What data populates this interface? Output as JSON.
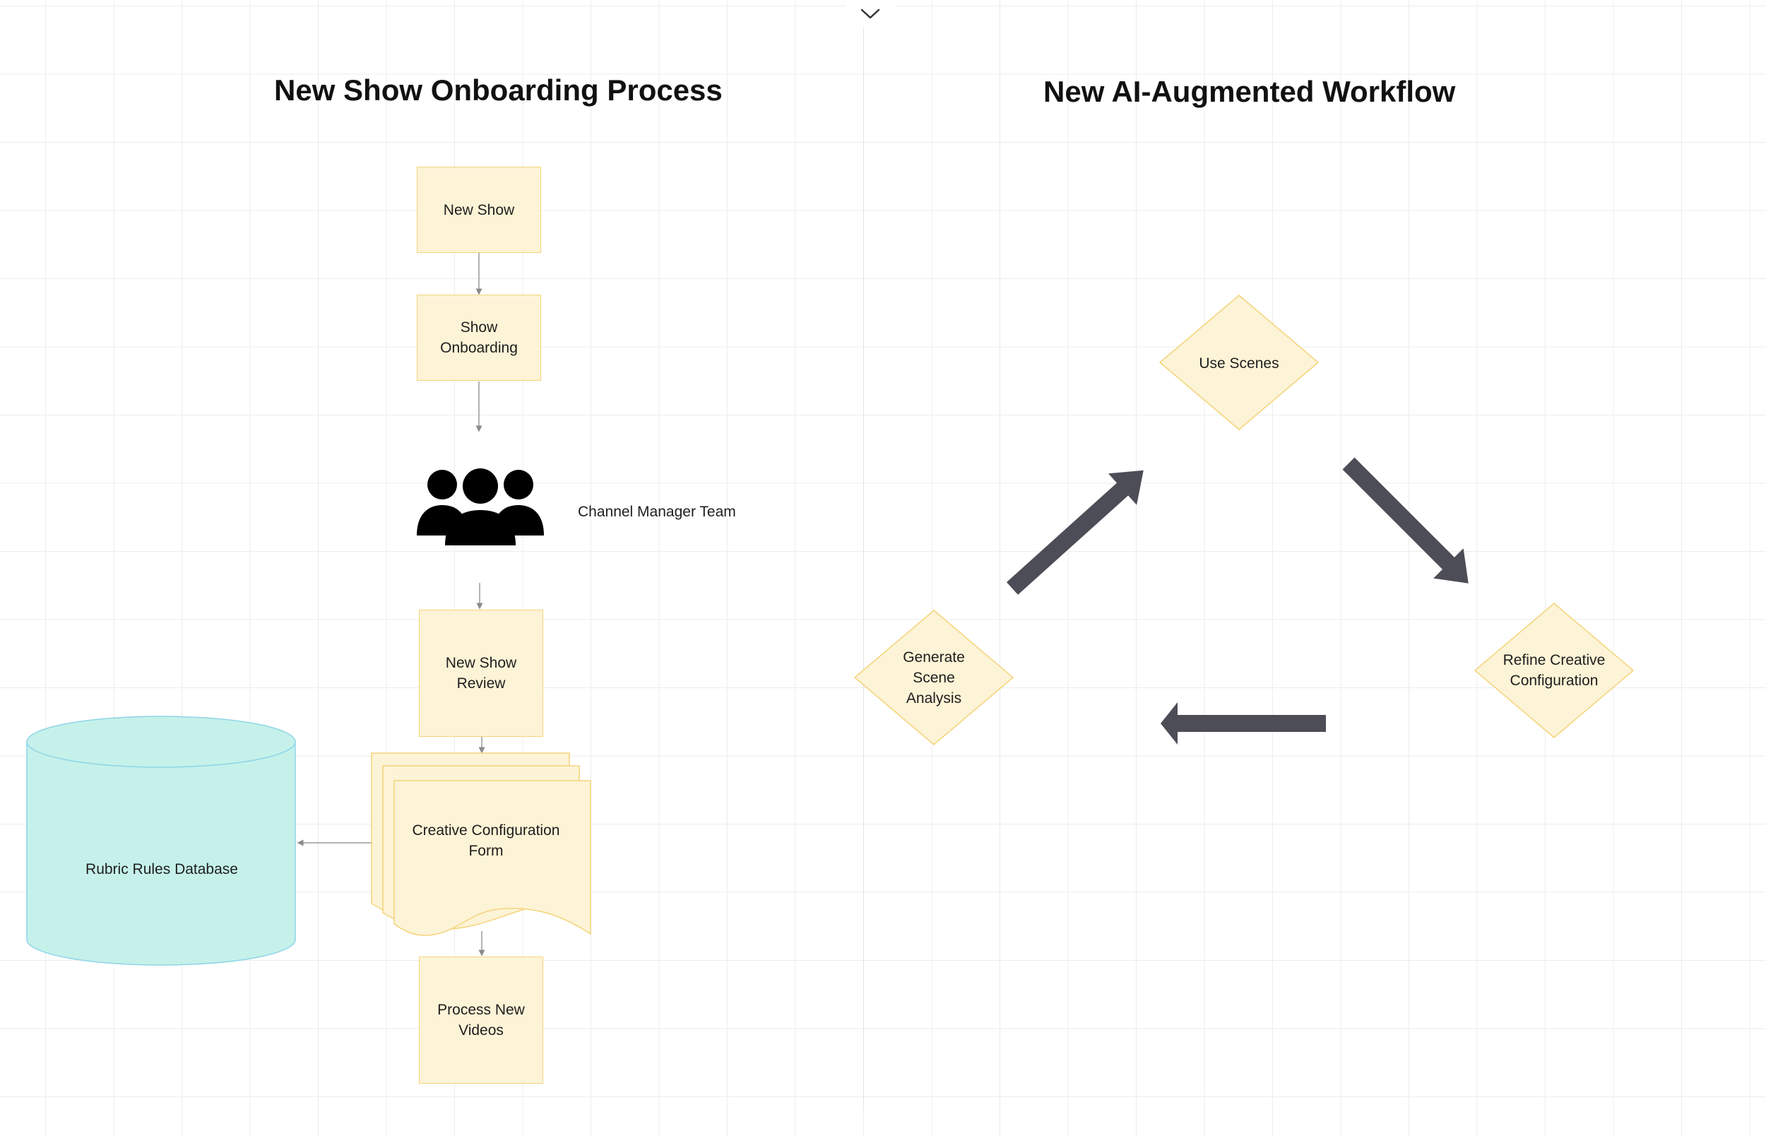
{
  "toolbar": {
    "collapse_icon": "chevron-down-icon"
  },
  "left_panel": {
    "title": "New Show Onboarding Process",
    "nodes": {
      "new_show": "New Show",
      "show_onboarding": "Show\nOnboarding",
      "team_icon": "group-of-people-icon",
      "team_label": "Channel Manager Team",
      "review": "New Show\nReview",
      "form": "Creative Configuration\nForm",
      "database": "Rubric Rules Database",
      "process": "Process New\nVideos"
    }
  },
  "right_panel": {
    "title": "New AI-Augmented Workflow",
    "nodes": {
      "use_scenes": "Use Scenes",
      "refine": "Refine Creative\nConfiguration",
      "generate": "Generate\nScene\nAnalysis"
    },
    "arrow_icon": "block-arrow-icon"
  },
  "colors": {
    "node_fill": "#fdf3d6",
    "node_border": "#f4d47a",
    "database_fill": "#c5f1ea",
    "database_border": "#8ed4e8",
    "arrow_fill": "#4c4d56",
    "connector": "#9a9a9a"
  }
}
